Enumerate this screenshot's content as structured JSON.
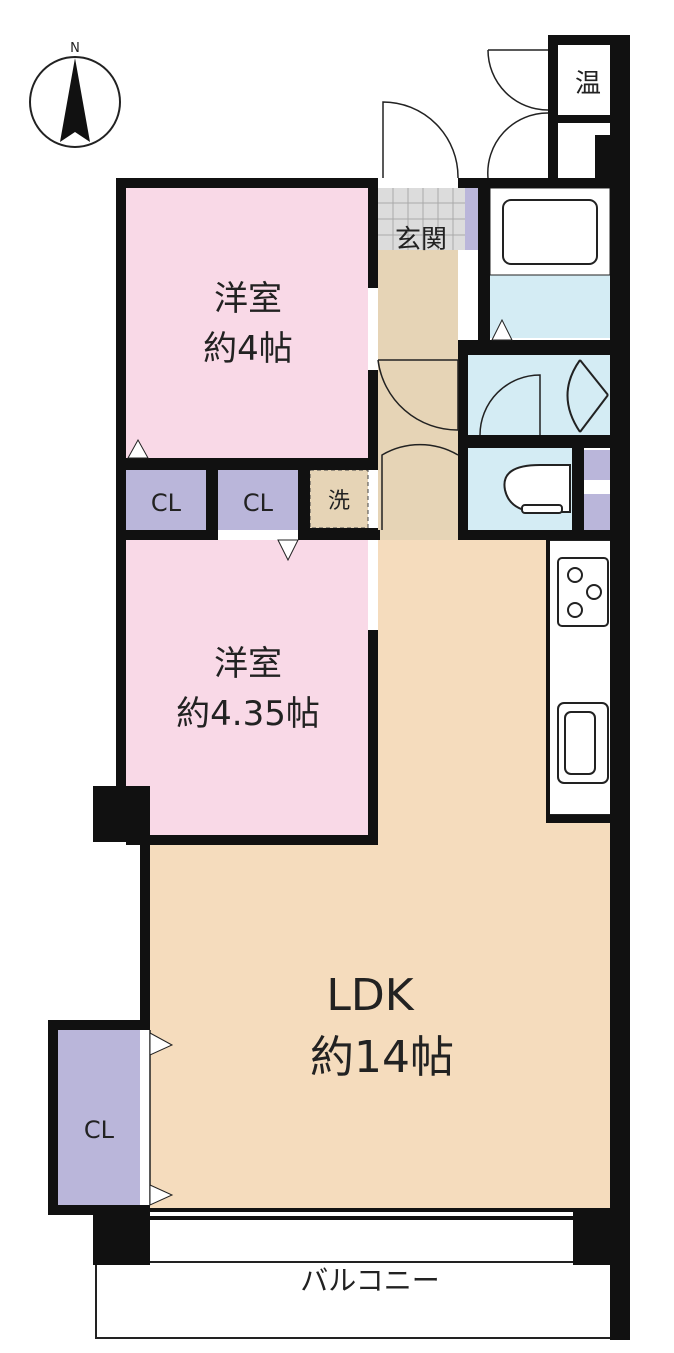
{
  "compass": {
    "label": "N"
  },
  "rooms": {
    "western_room_1": {
      "name": "洋室",
      "size": "約4帖"
    },
    "western_room_2": {
      "name": "洋室",
      "size": "約4.35帖"
    },
    "ldk": {
      "name": "LDK",
      "size": "約14帖"
    },
    "entrance": {
      "name": "玄関"
    },
    "closet_1": {
      "name": "CL"
    },
    "closet_2": {
      "name": "CL"
    },
    "closet_3": {
      "name": "CL"
    },
    "laundry": {
      "name": "洗"
    },
    "balcony": {
      "name": "バルコニー"
    },
    "water_heater": {
      "name": "温"
    }
  },
  "colors": {
    "western_room": "#f9d9e7",
    "ldk": "#f5dcbd",
    "hall": "#e6d4b6",
    "wet_area": "#d4ecf4",
    "storage": "#bab6da",
    "entrance_tile": "#dcdcdc",
    "wall": "#111111"
  }
}
